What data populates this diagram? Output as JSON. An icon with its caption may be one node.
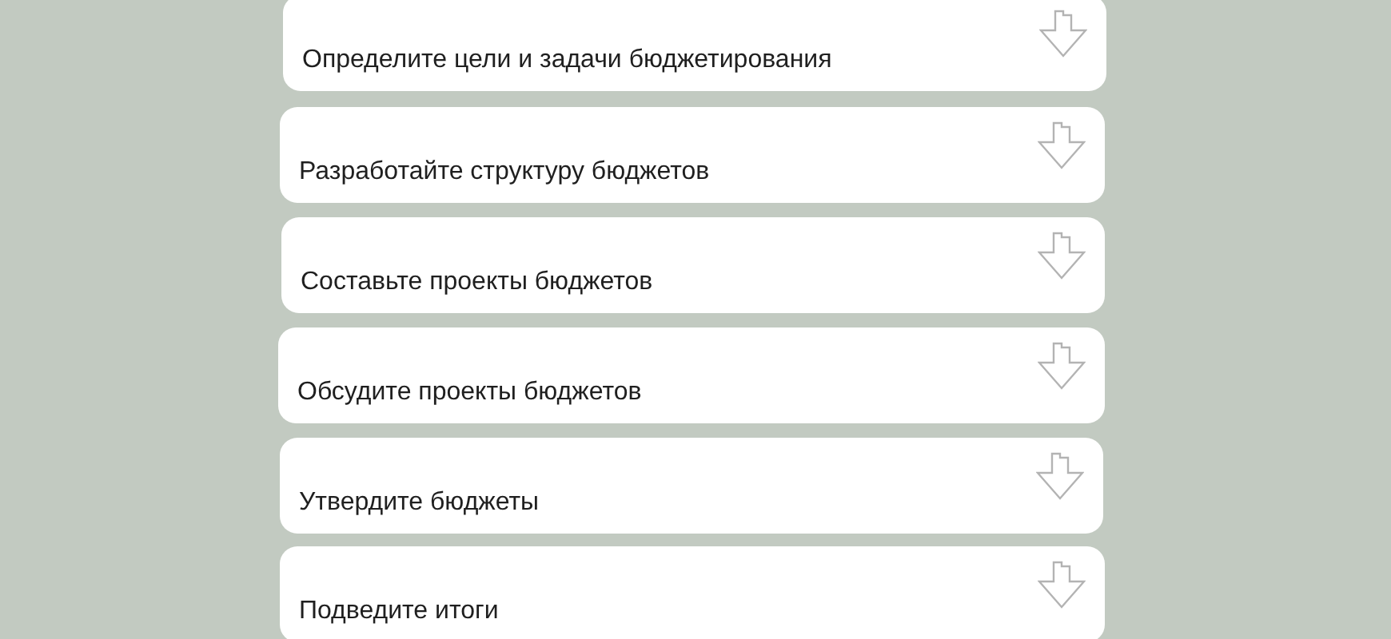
{
  "diagram": {
    "nodes": [
      {
        "text": [
          "Определите цели и задачи бюджетирования"
        ]
      },
      {
        "text": [
          "Разработайте структуру бюджетов"
        ]
      },
      {
        "text": [
          "Составьте проекты бюджетов"
        ]
      },
      {
        "text": [
          "Обсудите проекты бюджетов"
        ]
      },
      {
        "text": [
          "Утвердите бюджеты"
        ]
      },
      {
        "text": [
          "Подведите итоги"
        ]
      }
    ]
  }
}
